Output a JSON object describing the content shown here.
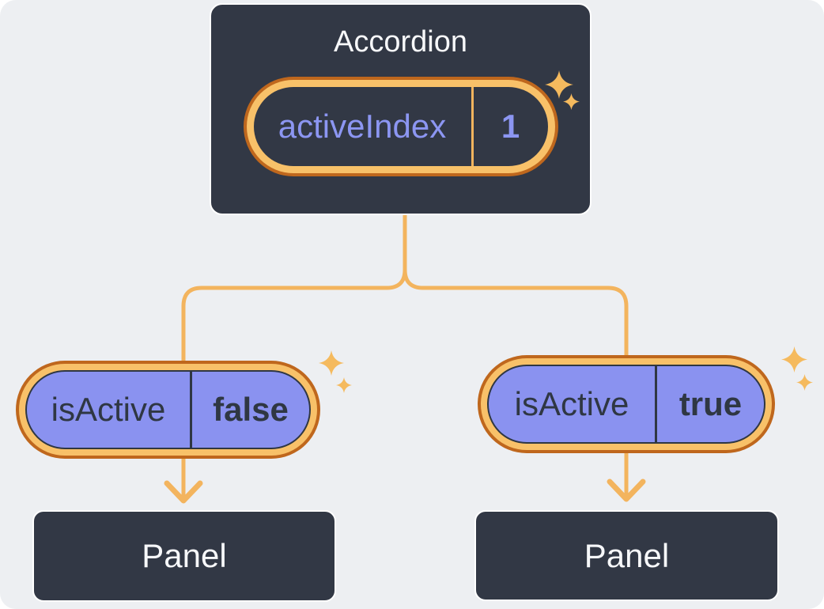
{
  "accordion": {
    "title": "Accordion",
    "state": {
      "name": "activeIndex",
      "value": "1"
    }
  },
  "left_child": {
    "prop_name": "isActive",
    "prop_value": "false",
    "panel_title": "Panel"
  },
  "right_child": {
    "prop_name": "isActive",
    "prop_value": "true",
    "panel_title": "Panel"
  },
  "icons": {
    "sparkle_icon": "four-point-star",
    "down_arrow_icon": "chevron-down"
  },
  "colors": {
    "background": "#EDEFF2",
    "box_dark": "#323845",
    "light_text": "#F7F8FA",
    "accent_orange": "#F3B45E",
    "ring_dark_orange": "#BF671D",
    "ring_light_orange": "#F8C169",
    "pill_purple": "#8A92F0",
    "dark_line": "#2F3743",
    "state_text_purple": "#8C96F2",
    "sparkle_orange": "#F5BA5E",
    "box_border_white": "#FFFFFF"
  }
}
